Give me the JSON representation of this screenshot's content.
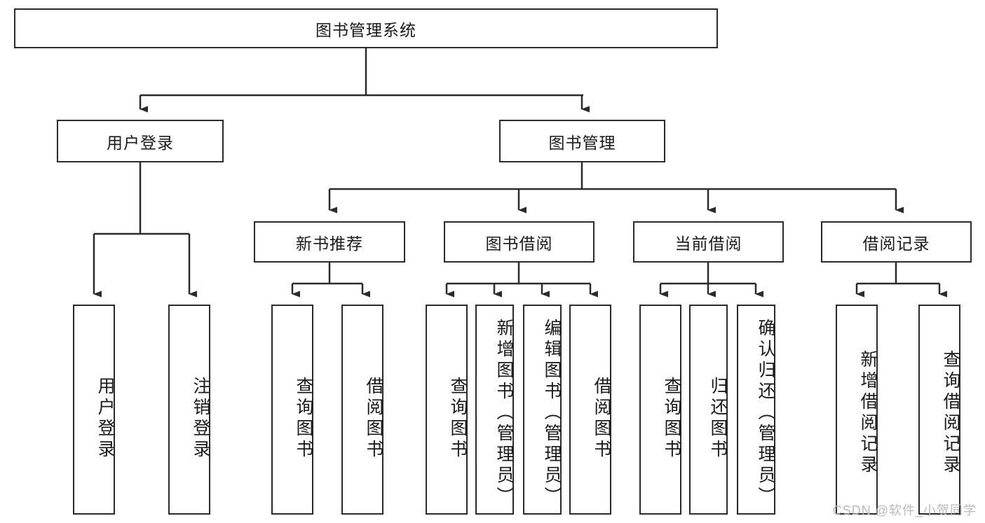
{
  "diagram": {
    "title_label": "图书管理系统",
    "watermark": "CSDN @软件_小贺同学",
    "colors": {
      "border": "#2b2b2b",
      "text": "#1a1a1a",
      "background": "#ffffff",
      "watermark": "#b9b9b9"
    },
    "level2": [
      {
        "label": "用户登录"
      },
      {
        "label": "图书管理"
      }
    ],
    "level3": [
      {
        "label": "新书推荐"
      },
      {
        "label": "图书借阅"
      },
      {
        "label": "当前借阅"
      },
      {
        "label": "借阅记录"
      }
    ],
    "leaves": {
      "user_login": [
        {
          "label": "用户登录"
        },
        {
          "label": "注销登录"
        }
      ],
      "new_book_recommend": [
        {
          "label": "查询图书"
        },
        {
          "label": "借阅图书"
        }
      ],
      "book_borrow": [
        {
          "label": "查询图书"
        },
        {
          "label": "新增图书（管理员）"
        },
        {
          "label": "编辑图书（管理员）"
        },
        {
          "label": "借阅图书"
        }
      ],
      "current_borrow": [
        {
          "label": "查询图书"
        },
        {
          "label": "归还图书"
        },
        {
          "label": "确认归还（管理员）"
        }
      ],
      "borrow_record": [
        {
          "label": "新增借阅记录"
        },
        {
          "label": "查询借阅记录"
        }
      ]
    }
  }
}
